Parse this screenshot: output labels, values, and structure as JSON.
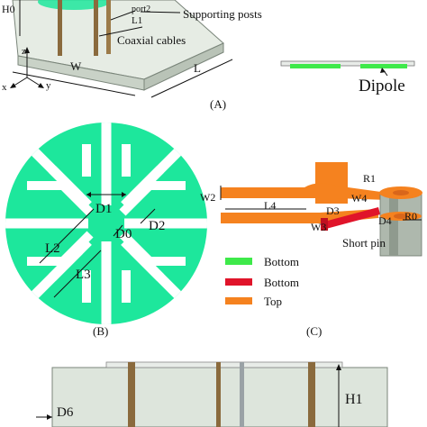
{
  "panel_a": {
    "labels": {
      "h0": "H0",
      "port2": "port2",
      "l1": "L1",
      "supporting_posts": "Supporting posts",
      "coaxial_cables": "Coaxial cables",
      "w": "W",
      "l": "L",
      "axis_z": "z",
      "axis_x": "x",
      "axis_y": "y",
      "dipole": "Dipole"
    },
    "caption": "(A)"
  },
  "panel_b": {
    "labels": {
      "d1": "D1",
      "d0": "D0",
      "d2": "D2",
      "l2": "L2",
      "l3": "L3"
    },
    "caption": "(B)"
  },
  "panel_c": {
    "labels": {
      "w2": "W2",
      "l4": "L4",
      "d3": "D3",
      "w3": "W3",
      "r1": "R1",
      "w4": "W4",
      "d4": "D4",
      "r0": "R0",
      "short_pin": "Short pin"
    },
    "legend": [
      {
        "label": "Bottom",
        "color": "#3ee94a"
      },
      {
        "label": "Bottom",
        "color": "#e0142a"
      },
      {
        "label": "Top",
        "color": "#f5821f"
      }
    ],
    "caption": "(C)"
  },
  "panel_d": {
    "labels": {
      "d6": "D6",
      "h1": "H1"
    }
  },
  "colors": {
    "radiator_green": "#1de79c",
    "feed_orange": "#f5821f",
    "pin_red": "#e0142a",
    "dipole_green": "#3ee94a",
    "box_gray": "#dde5dc",
    "post_brown": "#8a6a3d"
  }
}
